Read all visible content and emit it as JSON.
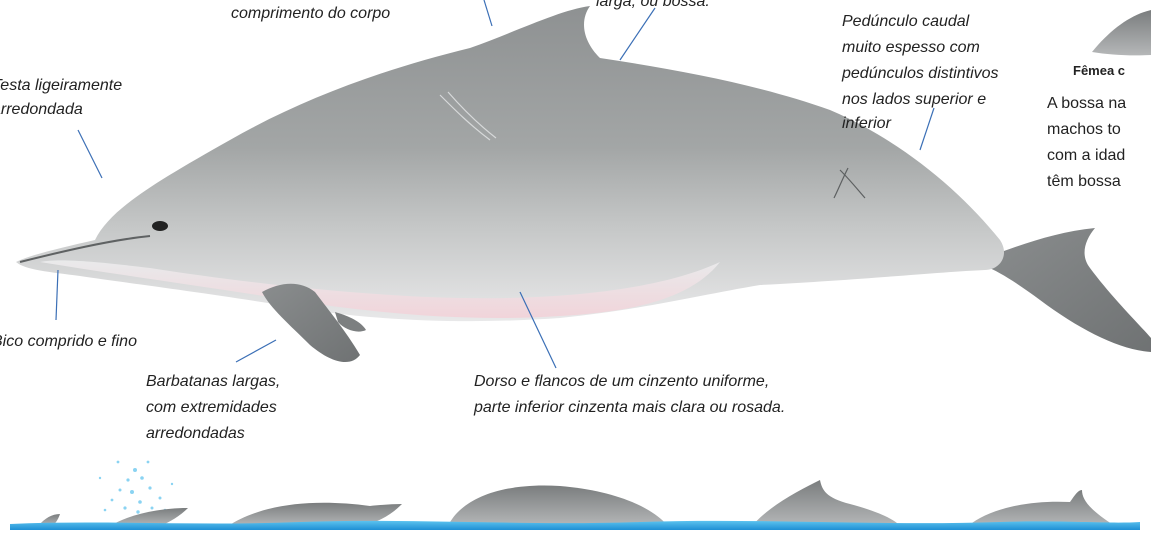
{
  "labels": {
    "body_length": "comprimento do corpo",
    "hump": "larga, ou bossa.",
    "forehead_l1": "Testa ligeiramente",
    "forehead_l2": "arredondada",
    "beak": "Bico comprido e fino",
    "peduncle_l1": "Pedúnculo caudal",
    "peduncle_l2": "muito espesso com",
    "peduncle_l3": "pedúnculos distintivos",
    "peduncle_l4": "nos lados superior e",
    "peduncle_l5": "inferior",
    "flippers_l1": "Barbatanas  largas,",
    "flippers_l2": "com extremidades",
    "flippers_l3": "arredondadas",
    "color_l1": "Dorso e flancos de um cinzento uniforme,",
    "color_l2": "parte inferior cinzenta mais clara ou rosada."
  },
  "side_panel": {
    "title": "Fêmea c",
    "line1": "A bossa na",
    "line2": "machos to",
    "line3": "com a idad",
    "line4": "têm bossa"
  },
  "colors": {
    "dolphin_gray": "#9a9d9e",
    "belly": "#e6e7e8",
    "pink_tint": "#efc6cf",
    "leader_line": "#3b6fb6",
    "water": "#29a6e3"
  }
}
